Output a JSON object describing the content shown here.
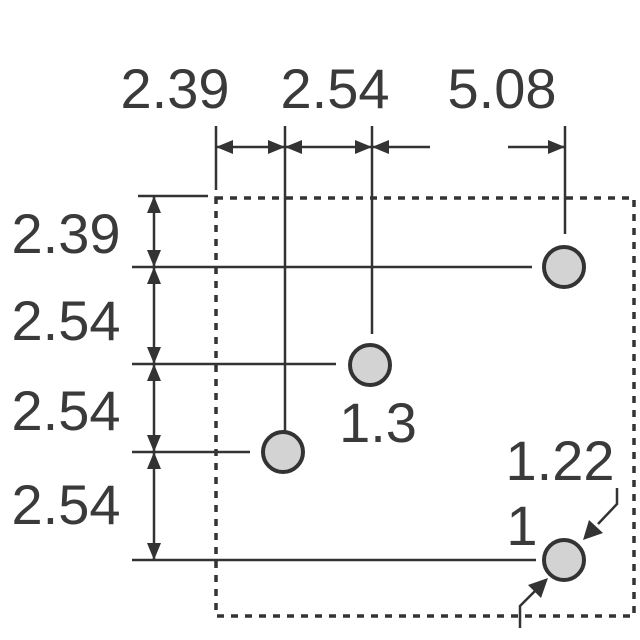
{
  "colors": {
    "line": "#333333",
    "text": "#3a3a3a",
    "pad_fill": "#d3d3d3",
    "background": "#ffffff"
  },
  "horizontal_dimensions": [
    "2.39",
    "2.54",
    "5.08"
  ],
  "vertical_dimensions": [
    "2.39",
    "2.54",
    "2.54",
    "2.54"
  ],
  "pad_diameter_label": "1.3",
  "pin1_diameter_label": "1.22",
  "pin1_label": "1"
}
